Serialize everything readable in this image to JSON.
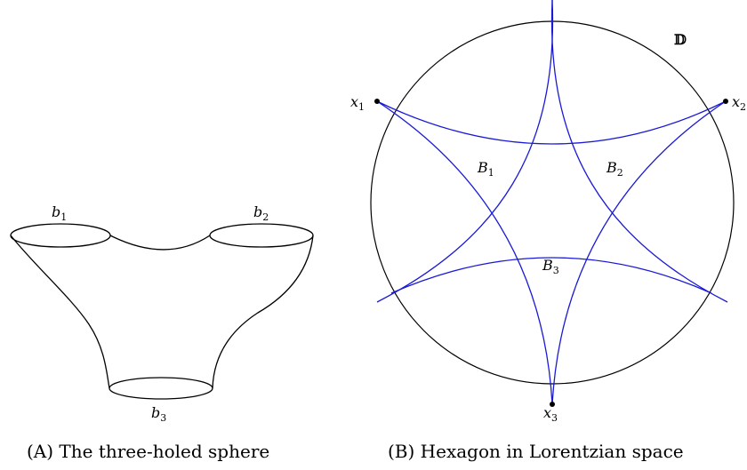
{
  "left_figure": {
    "caption": "(A) The three-holed sphere",
    "labels": [
      {
        "id": "b1",
        "base": "b",
        "sub": "1"
      },
      {
        "id": "b2",
        "base": "b",
        "sub": "2"
      },
      {
        "id": "b3",
        "base": "b",
        "sub": "3"
      }
    ]
  },
  "right_figure": {
    "caption": "(B) Hexagon in Lorentzian space",
    "disk_label": "𝔻",
    "point_labels": [
      {
        "id": "x1",
        "base": "x",
        "sub": "1"
      },
      {
        "id": "x2",
        "base": "x",
        "sub": "2"
      },
      {
        "id": "x3",
        "base": "x",
        "sub": "3"
      }
    ],
    "region_labels": [
      {
        "id": "B1",
        "base": "B",
        "sub": "1"
      },
      {
        "id": "B2",
        "base": "B",
        "sub": "2"
      },
      {
        "id": "B3",
        "base": "B",
        "sub": "3"
      }
    ],
    "curve_color": "#1a1ad6"
  }
}
